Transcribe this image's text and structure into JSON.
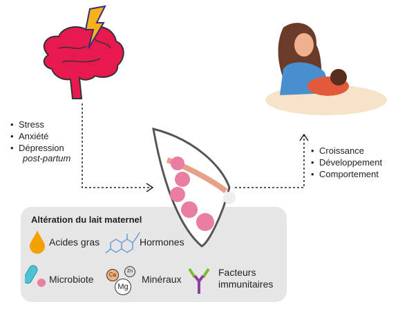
{
  "causes": [
    "Stress",
    "Anxiété",
    "Dépression"
  ],
  "causes_note": "post-partum",
  "effects": [
    "Croissance",
    "Développement",
    "Comportement"
  ],
  "box": {
    "title": "Altération du lait maternel",
    "items": [
      {
        "label": "Acides gras",
        "icon": "drop-icon"
      },
      {
        "label": "Hormones",
        "icon": "steroid-molecule-icon"
      },
      {
        "label": "Microbiote",
        "icon": "bacteria-icon"
      },
      {
        "label": "Minéraux",
        "icon": "minerals-icon"
      },
      {
        "label": "Facteurs immunitaires",
        "icon": "antibody-icon"
      }
    ],
    "minerals": [
      "Ca",
      "Zn",
      "Mg"
    ]
  },
  "colors": {
    "brain": "#e8194f",
    "bolt": "#f7b21b",
    "box": "#e6e6e6",
    "drop": "#f4a100",
    "antibody_stem": "#8e3fa0",
    "antibody_arms": "#7dbb2d"
  }
}
